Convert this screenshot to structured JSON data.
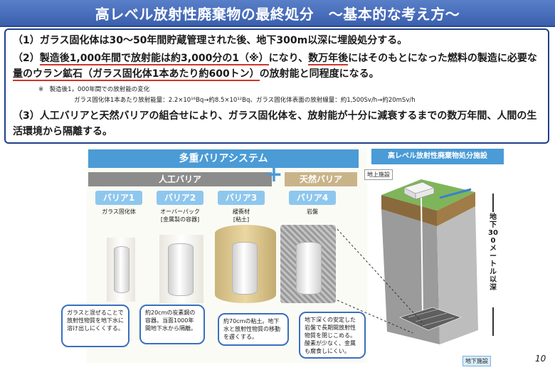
{
  "title": "高レベル放射性廃棄物の最終処分　〜基本的な考え方〜",
  "points": {
    "p1": "（1）ガラス固化体は30〜50年間貯蔵管理された後、地下300m以深に埋設処分する。",
    "p2_prefix": "（2）",
    "p2_underlined_1": "製造後1,000年間で放射能は約3,000分の1（※）",
    "p2_middle": "になり、",
    "p2_underlined_2": "数万年後",
    "p2_rest_a": "にはそのもとになった燃料の製造に必要な",
    "p2_underlined_3": "量のウラン鉱石（ガラス固化体1本あたり約600トン）",
    "p2_rest_b": "の放射能と同程度になる。",
    "note_line1": "※　製造後1，000年間での放射能の変化",
    "note_line2": "ガラス固化体1本あたり放射能量：2.2×10¹⁶Bq→約8.5×10¹²Bq、ガラス固化体表面の放射線量：約1,500Sv/h→約20mSv/h",
    "p3": "（3）人工バリアと天然バリアの組合せにより、ガラス固化体を、放射能が十分に減衰するまでの数万年間、人間の生活環境から隔離する。"
  },
  "diagram": {
    "header": "多重バリアシステム",
    "artificial": "人工バリア",
    "plus": "+",
    "natural": "天然バリア",
    "barriers": [
      {
        "tag": "バリア1",
        "label": "ガラス固化体"
      },
      {
        "tag": "バリア2",
        "label": "オーバーパック\n[金属製の容器]"
      },
      {
        "tag": "バリア3",
        "label": "緩衝材\n[粘土]"
      },
      {
        "tag": "バリア4",
        "label": "岩盤"
      }
    ],
    "callouts": [
      "ガラスと混ぜることで放射性物質を地下水に溶け出しにくくする。",
      "約20cmの炭素鋼の容器。当面1000年間地下水から隔離。",
      "約70cmの粘土。地下水と放射性物質の移動を遅くする。",
      "地下深くの安定した岩盤で長期間放射性物質を閉じこめる。酸素が少なく、金属も腐食しにくい。"
    ]
  },
  "facility": {
    "title": "高レベル放射性廃棄物処分施設",
    "surface_label": "地上施設",
    "depth_label": "地下300メートル以深",
    "underground_label": "地下施設"
  },
  "page_number": "10",
  "colors": {
    "title_bar": "#3a5fae",
    "header_blue": "#4a9bd6",
    "artificial_gray": "#8c8c8c",
    "natural_tan": "#c9b48a",
    "callout_border": "#3a6fbf",
    "underline_red": "#d0342c"
  }
}
